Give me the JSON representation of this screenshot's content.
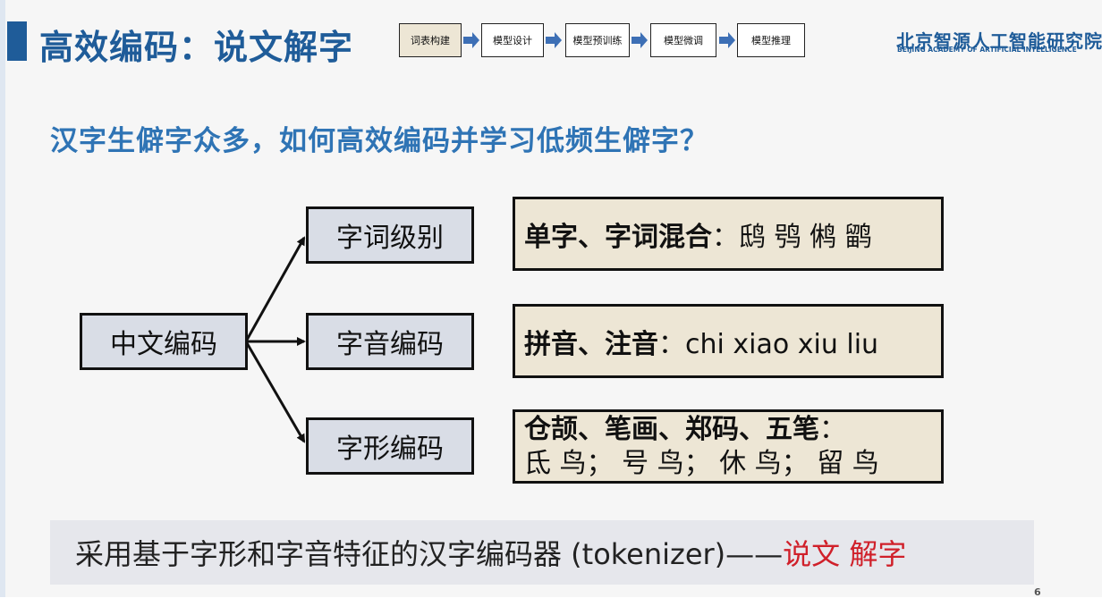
{
  "header": {
    "title": "高效编码：说文解字",
    "pipeline": [
      "词表构建",
      "模型设计",
      "模型预训练",
      "模型微调",
      "模型推理"
    ],
    "active_step": 0,
    "logo_cn": "北京智源人工智能研究院",
    "logo_en": "BEIJING ACADEMY OF ARTIFICIAL INTELLIGENCE"
  },
  "question": "汉字生僻字众多，如何高效编码并学习低频生僻字？",
  "diagram": {
    "root": "中文编码",
    "branches": [
      {
        "label": "字词级别",
        "desc_bold": "单字、字词混合",
        "desc_rest": "：鸱 鸮 鸺 鹠",
        "desc_line2": ""
      },
      {
        "label": "字音编码",
        "desc_bold": "拼音、注音",
        "desc_rest": "：chi xiao xiu liu",
        "desc_line2": ""
      },
      {
        "label": "字形编码",
        "desc_bold": "仓颉、笔画、郑码、五笔",
        "desc_rest": "：",
        "desc_line2": "氐 鸟； 号 鸟； 休 鸟； 留 鸟"
      }
    ]
  },
  "conclusion": {
    "text": "采用基于字形和字音特征的汉字编码器 (tokenizer)——",
    "highlight": "说文 解字",
    "highlight_color": "#d0202a"
  },
  "colors": {
    "title": "#1f5c99",
    "question": "#2f74b5",
    "node_fill": "#d9dde6",
    "desc_fill": "#ede6d5"
  },
  "page_number": "6"
}
